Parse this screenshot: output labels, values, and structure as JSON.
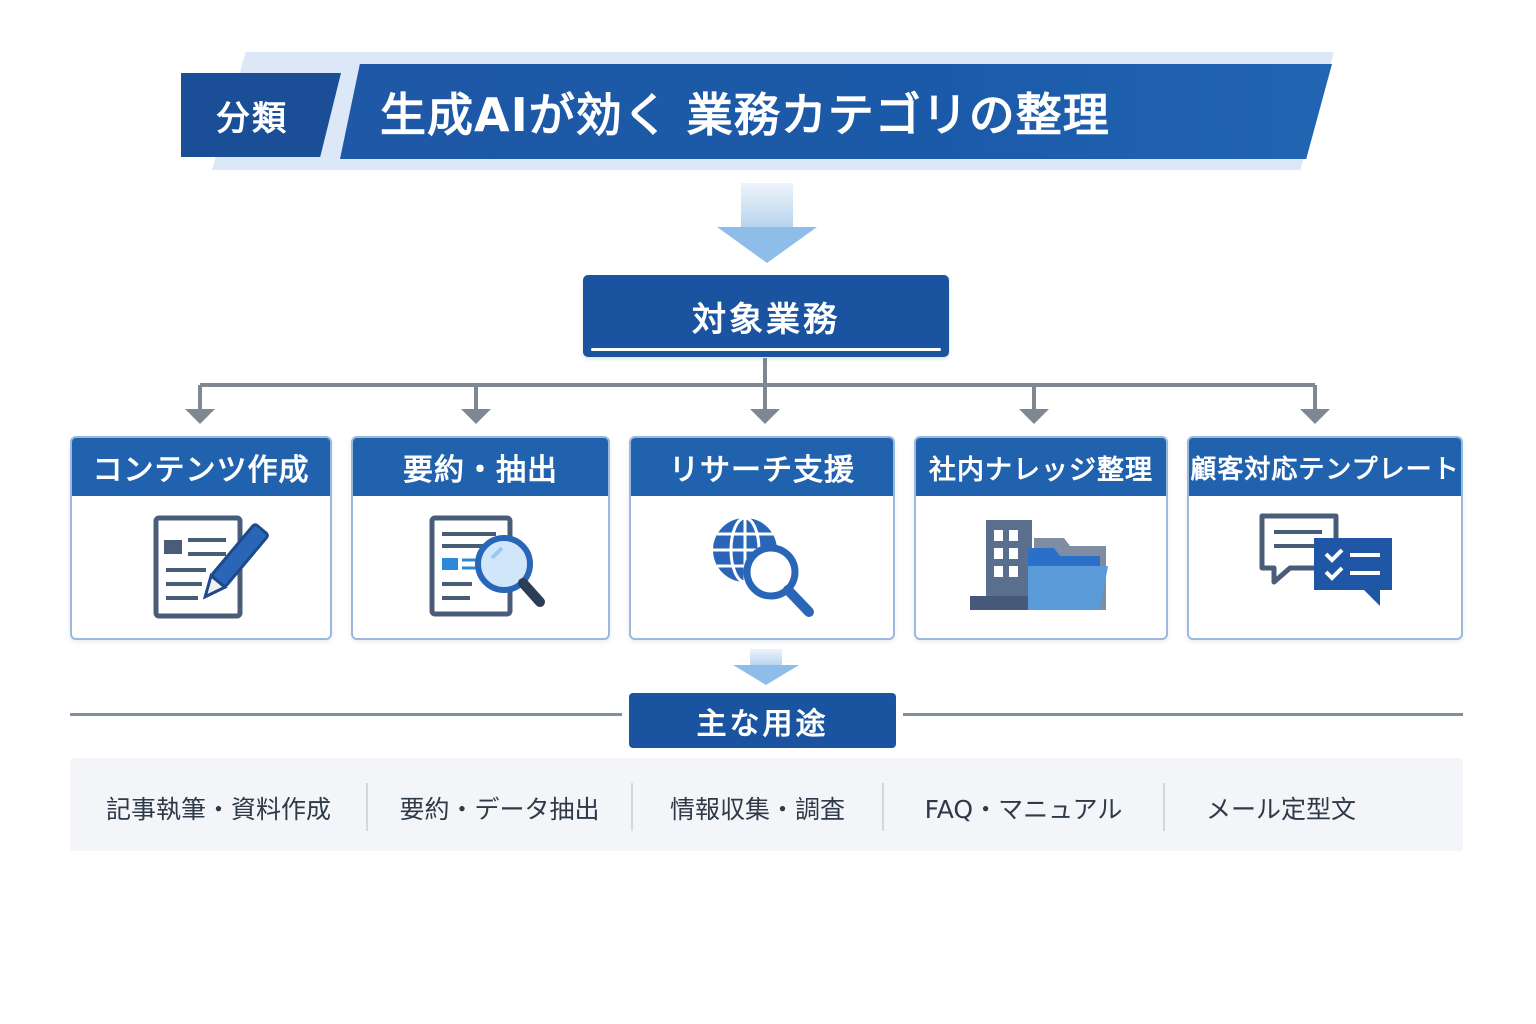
{
  "header": {
    "label": "分類",
    "title": "生成AIが効く 業務カテゴリの整理"
  },
  "target": {
    "label": "対象業務"
  },
  "categories": [
    {
      "label": "コンテンツ作成",
      "icon": "document-pencil-icon"
    },
    {
      "label": "要約・抽出",
      "icon": "document-magnifier-icon"
    },
    {
      "label": "リサーチ支援",
      "icon": "globe-search-icon"
    },
    {
      "label": "社内ナレッジ整理",
      "icon": "building-folder-icon"
    },
    {
      "label": "顧客対応テンプレート",
      "icon": "chat-checklist-icon"
    }
  ],
  "uses": {
    "label": "主な用途",
    "items": [
      "記事執筆・資料作成",
      "要約・データ抽出",
      "情報収集・調査",
      "FAQ・マニュアル",
      "メール定型文"
    ]
  },
  "colors": {
    "primary": "#1a54a0",
    "card_header": "#2162ae",
    "card_border": "#9bb8dd",
    "arrow_light": "#8ebde9",
    "connector": "#7f8791"
  }
}
